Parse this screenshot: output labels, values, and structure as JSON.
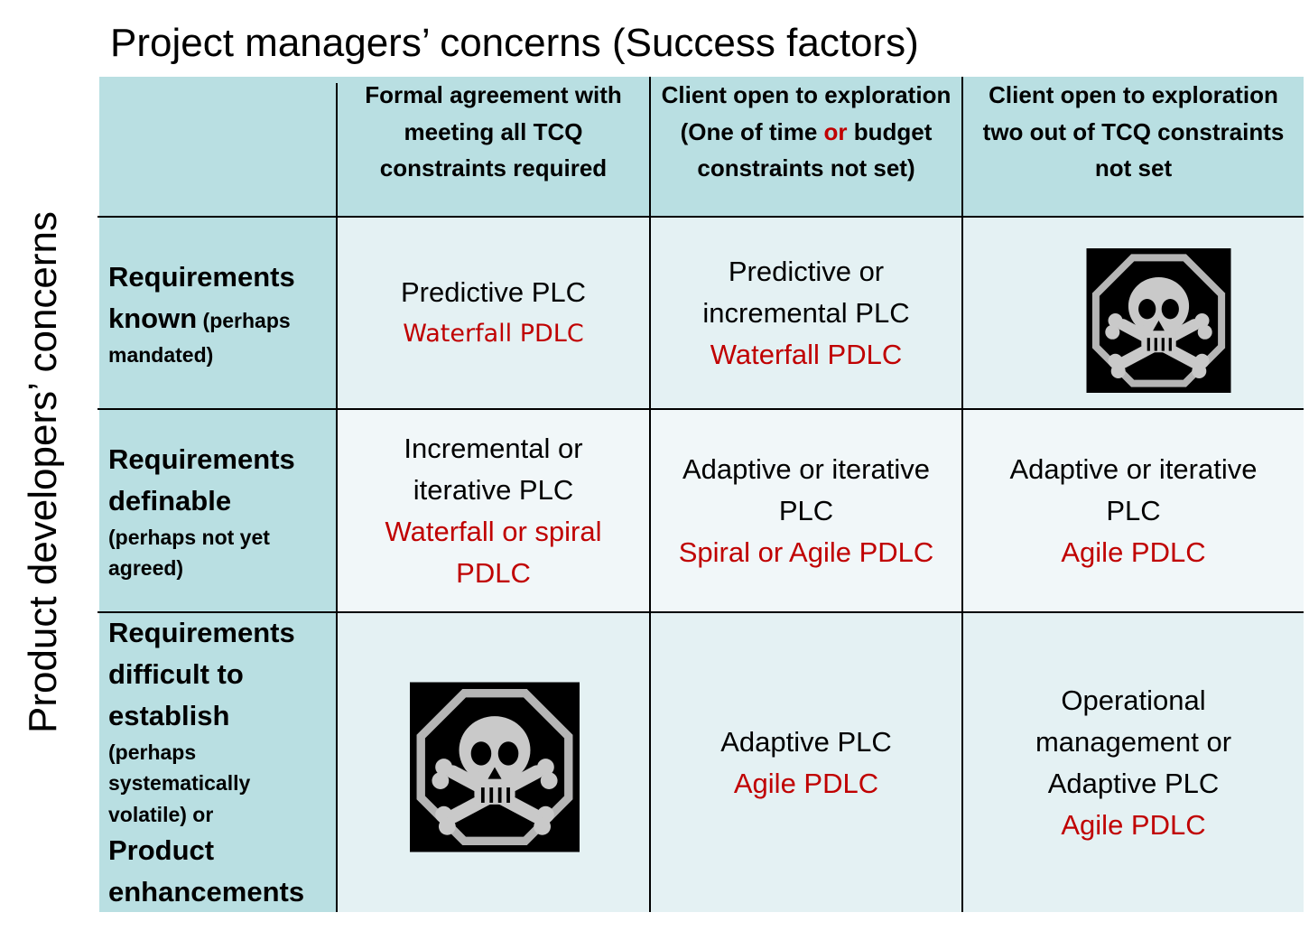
{
  "title": "Project managers’ concerns (Success factors)",
  "side_label": "Product developers’ concerns",
  "columns": [
    {
      "label": "Formal agreement with meeting  all TCQ constraints required"
    },
    {
      "label_a": "Client open to exploration (One of time ",
      "label_or": "or",
      "label_b": " budget constraints not set)"
    },
    {
      "label": "Client open to exploration two out of TCQ constraints not set"
    }
  ],
  "rows": [
    {
      "big1": "Requirements",
      "big2": "known",
      "small_inline": " (perhaps",
      "small2": "mandated)",
      "cells": [
        {
          "plc": "Predictive PLC",
          "pdlc": "Waterfall PDLC"
        },
        {
          "plc": "Predictive or incremental PLC",
          "pdlc": "Waterfall PDLC"
        },
        {
          "icon": "skull-crossbones-warning-icon"
        }
      ]
    },
    {
      "big1": "Requirements",
      "big2": "definable",
      "small1": "(perhaps not yet",
      "small2": "agreed)",
      "cells": [
        {
          "plc": "Incremental or iterative PLC",
          "pdlc": "Waterfall or spiral PDLC"
        },
        {
          "plc": "Adaptive or iterative PLC",
          "pdlc": "Spiral or Agile PDLC"
        },
        {
          "plc": "Adaptive or iterative PLC",
          "pdlc": "Agile PDLC"
        }
      ]
    },
    {
      "big1": "Requirements",
      "big2": "difficult to",
      "big3": "establish",
      "small1": "(perhaps",
      "small2": "systematically",
      "small3": "volatile) or",
      "big4": "Product",
      "big5": "enhancements",
      "cells": [
        {
          "icon": "skull-crossbones-warning-icon"
        },
        {
          "plc": "Adaptive PLC",
          "pdlc": "Agile PDLC"
        },
        {
          "plc": "Operational management or Adaptive PLC",
          "pdlc": "Agile PDLC"
        }
      ]
    }
  ],
  "colors": {
    "header_bg": "#b9dfe2",
    "row1_bg": "#e4f1f3",
    "row2_bg": "#f1f7f9",
    "row3_bg": "#e4f1f3",
    "pdlc_text": "#c00000",
    "skull_bg": "#000000"
  }
}
